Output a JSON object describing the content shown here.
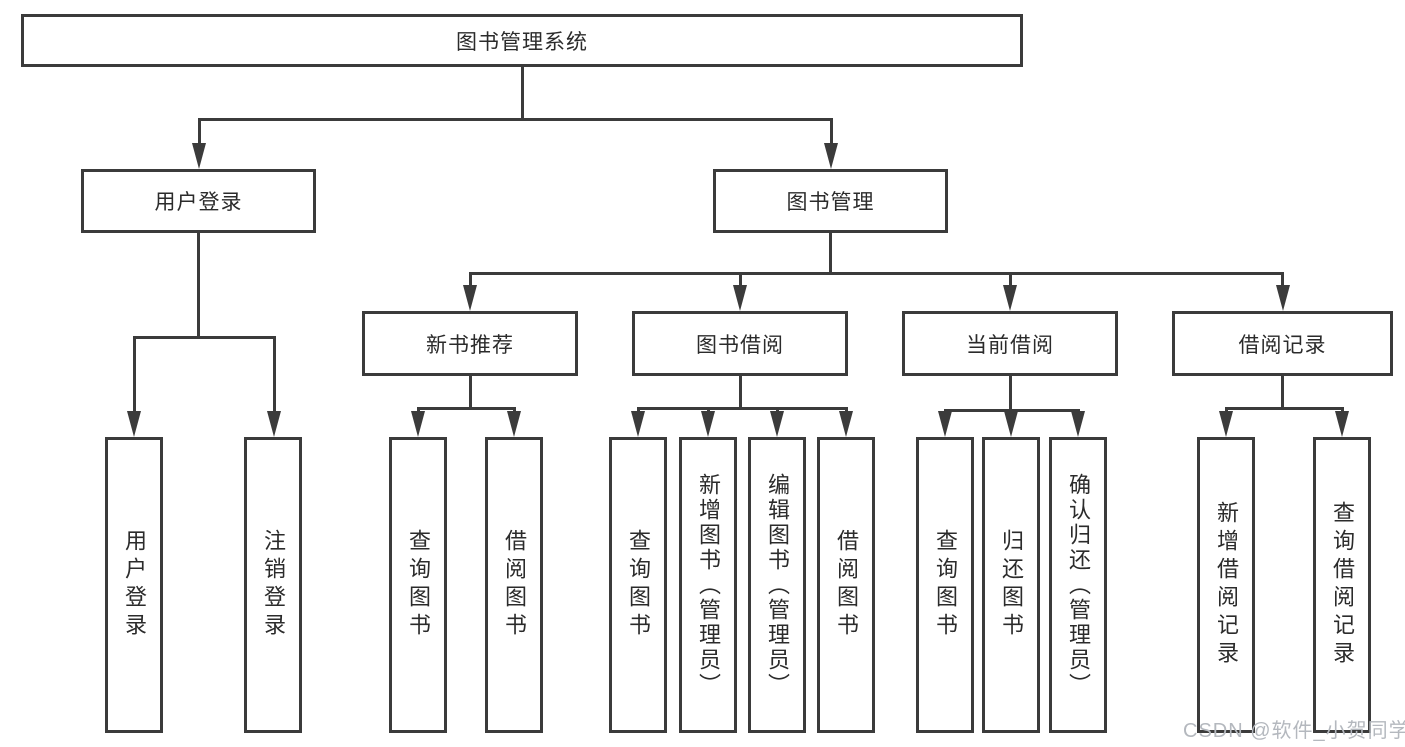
{
  "diagram": {
    "colors": {
      "line": "#3b3b3b",
      "text": "#2b2b2b",
      "watermark": "#b4b8be",
      "background": "#ffffff"
    },
    "watermark": "CSDN @软件_小贺同学",
    "nodes": {
      "root": "图书管理系统",
      "user_login": "用户登录",
      "book_mgmt": "图书管理",
      "new_book_rec": "新书推荐",
      "book_borrow": "图书借阅",
      "current_borrow": "当前借阅",
      "borrow_record": "借阅记录",
      "leaf_user_login": "用户登录",
      "leaf_logout": "注销登录",
      "leaf_rec_query_book": "查询图书",
      "leaf_rec_borrow_book": "借阅图书",
      "leaf_bb_query_book": "查询图书",
      "leaf_bb_add_book": "新增图书（管理员）",
      "leaf_bb_edit_book": "编辑图书（管理员）",
      "leaf_bb_borrow_book": "借阅图书",
      "leaf_cb_query_book": "查询图书",
      "leaf_cb_return_book": "归还图书",
      "leaf_cb_confirm_return": "确认归还（管理员）",
      "leaf_br_add_record": "新增借阅记录",
      "leaf_br_query_record": "查询借阅记录"
    }
  }
}
